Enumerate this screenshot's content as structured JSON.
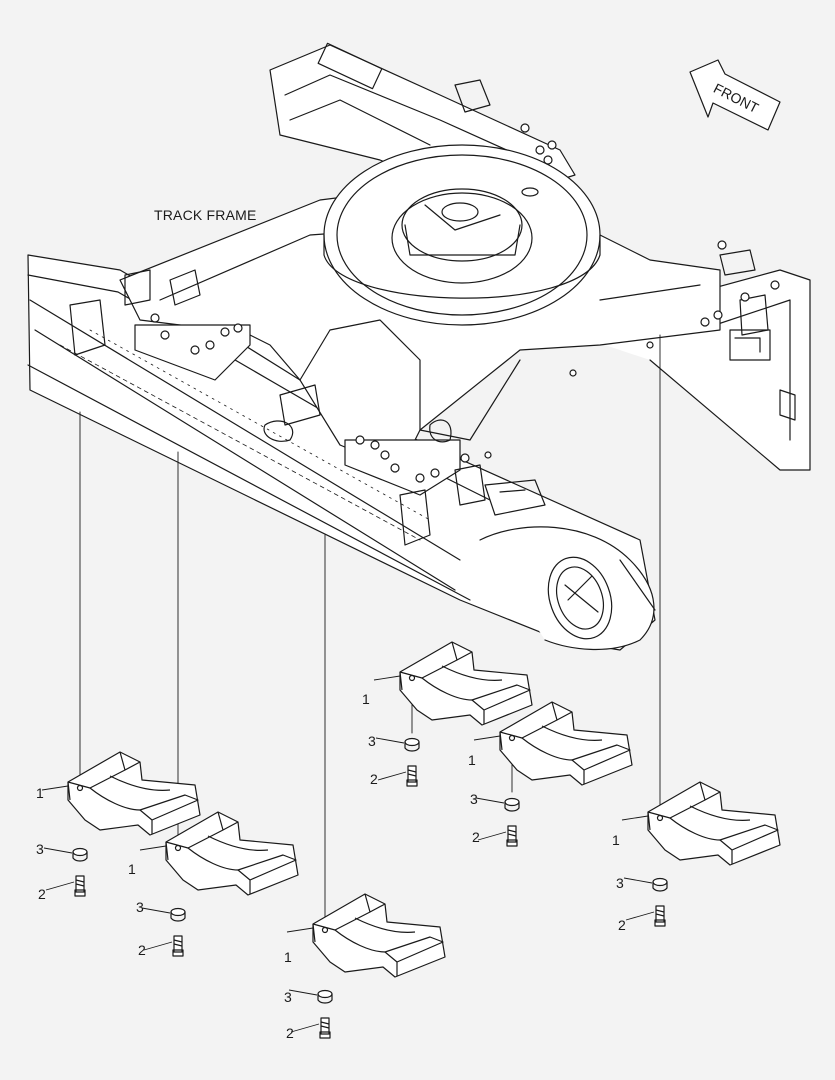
{
  "diagram": {
    "title": "TRACK FRAME",
    "direction_label": "FRONT",
    "line_color": "#1a1a1a",
    "background": "#f3f3f3"
  },
  "assemblies": [
    {
      "id": "a",
      "callouts": [
        "1",
        "3",
        "2"
      ]
    },
    {
      "id": "b",
      "callouts": [
        "1",
        "3",
        "2"
      ]
    },
    {
      "id": "c",
      "callouts": [
        "1",
        "3",
        "2"
      ]
    },
    {
      "id": "d",
      "callouts": [
        "1",
        "3",
        "2"
      ]
    },
    {
      "id": "e",
      "callouts": [
        "1",
        "3",
        "2"
      ]
    },
    {
      "id": "f",
      "callouts": [
        "1",
        "3",
        "2"
      ]
    }
  ],
  "parts": [
    {
      "number": "1",
      "kind": "track-guard"
    },
    {
      "number": "2",
      "kind": "bolt"
    },
    {
      "number": "3",
      "kind": "washer"
    }
  ]
}
